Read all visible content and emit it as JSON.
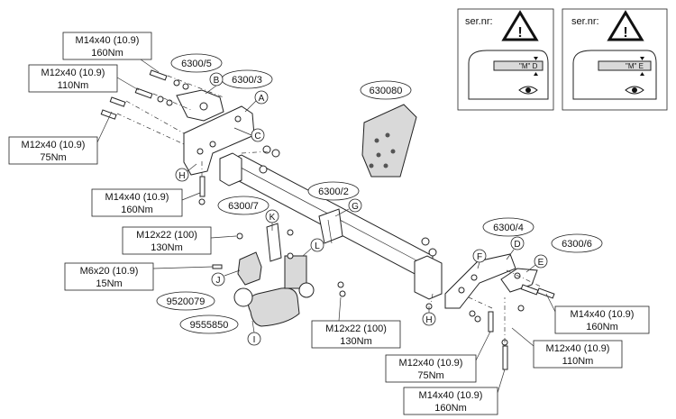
{
  "bolt_labels": {
    "b1_spec": "M14x40 (10.9)",
    "b1_torque": "160Nm",
    "b2_spec": "M12x40 (10.9)",
    "b2_torque": "110Nm",
    "b3_spec": "M12x40 (10.9)",
    "b3_torque": "75Nm",
    "b4_spec": "M14x40 (10.9)",
    "b4_torque": "160Nm",
    "b5_spec": "M12x22 (100)",
    "b5_torque": "130Nm",
    "b6_spec": "M6x20 (10.9)",
    "b6_torque": "15Nm",
    "b7_spec": "M12x22 (100)",
    "b7_torque": "130Nm",
    "b8_spec": "M14x40 (10.9)",
    "b8_torque": "160Nm",
    "b9_spec": "M12x40 (10.9)",
    "b9_torque": "110Nm",
    "b10_spec": "M12x40 (10.9)",
    "b10_torque": "75Nm",
    "b11_spec": "M14x40 (10.9)",
    "b11_torque": "160Nm"
  },
  "part_numbers": {
    "p6300_5": "6300/5",
    "p6300_3": "6300/3",
    "p630080": "630080",
    "p6300_2": "6300/2",
    "p6300_7": "6300/7",
    "p6300_4": "6300/4",
    "p6300_6": "6300/6",
    "p9520079": "9520079",
    "p9555850": "9555850"
  },
  "letters": {
    "A": "A",
    "B": "B",
    "C": "C",
    "D": "D",
    "E": "E",
    "F": "F",
    "G": "G",
    "H1": "H",
    "H2": "H",
    "I": "I",
    "J": "J",
    "K": "K",
    "L": "L"
  },
  "serial_panels": [
    {
      "title": "ser.nr:",
      "code": "\"M\" D",
      "warning": "!"
    },
    {
      "title": "ser.nr:",
      "code": "\"M\" E",
      "warning": "!"
    }
  ]
}
